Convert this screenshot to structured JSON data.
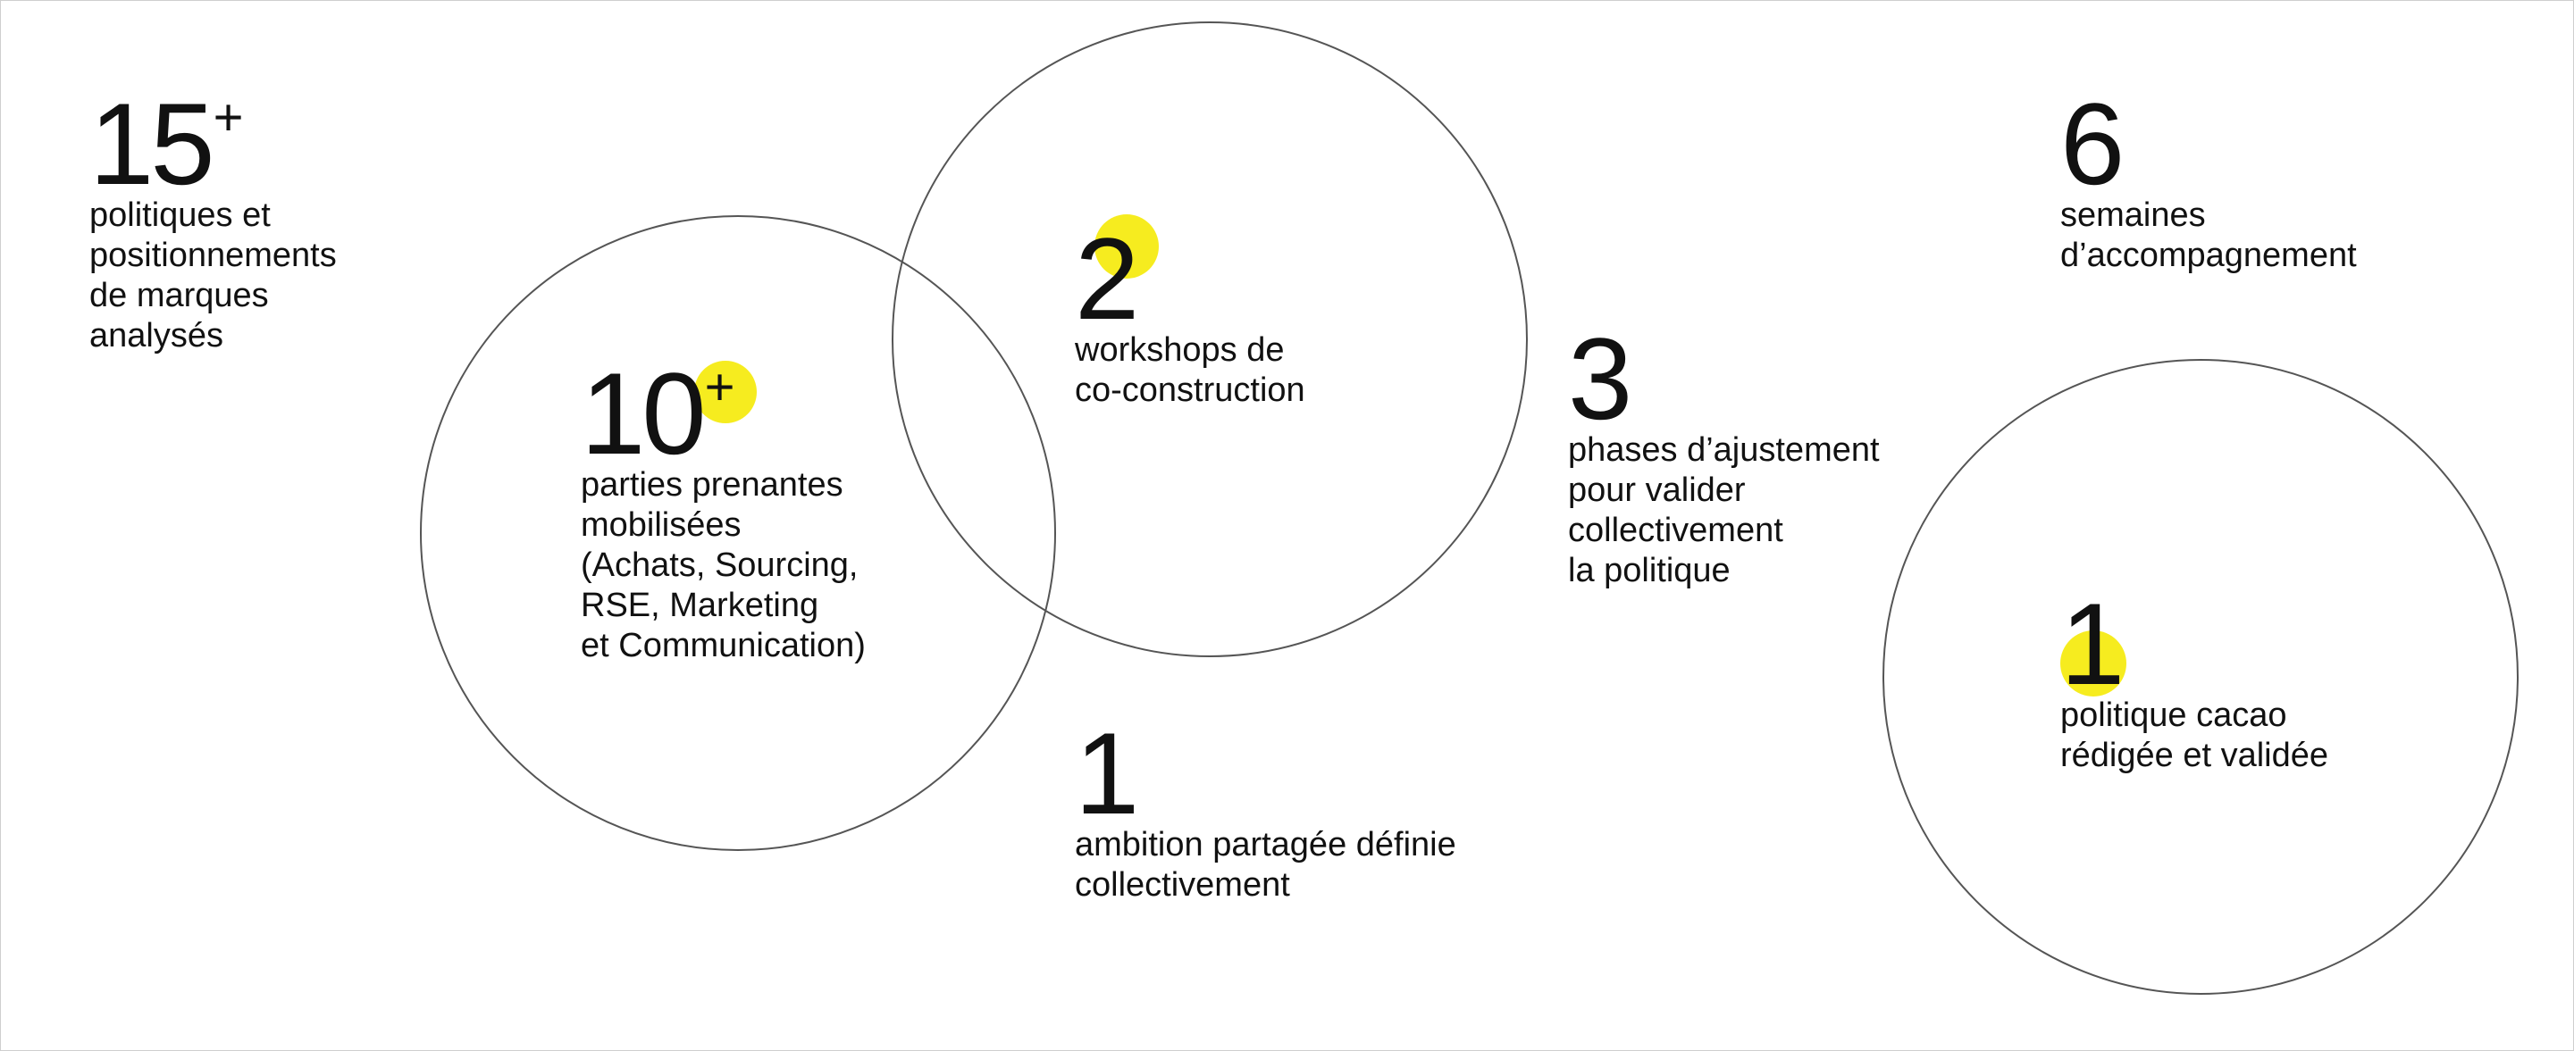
{
  "colors": {
    "highlight": "#f6ec1f",
    "text": "#111111",
    "circle_stroke": "#555555",
    "background": "#ffffff"
  },
  "stats": [
    {
      "number": "15",
      "suffix": "+",
      "label": "politiques et\npositionnements\nde marques\nanalysés"
    },
    {
      "number": "10",
      "suffix": "+",
      "label": "parties prenantes\nmobilisées\n(Achats, Sourcing,\nRSE, Marketing\net Communication)"
    },
    {
      "number": "2",
      "suffix": "",
      "label": "workshops de\nco-construction"
    },
    {
      "number": "1",
      "suffix": "",
      "label": "ambition partagée définie\ncollectivement"
    },
    {
      "number": "3",
      "suffix": "",
      "label": "phases d’ajustement\npour valider\ncollectivement\nla politique"
    },
    {
      "number": "6",
      "suffix": "",
      "label": "semaines\nd’accompagnement"
    },
    {
      "number": "1",
      "suffix": "",
      "label": "politique cacao\nrédigée et validée"
    }
  ]
}
